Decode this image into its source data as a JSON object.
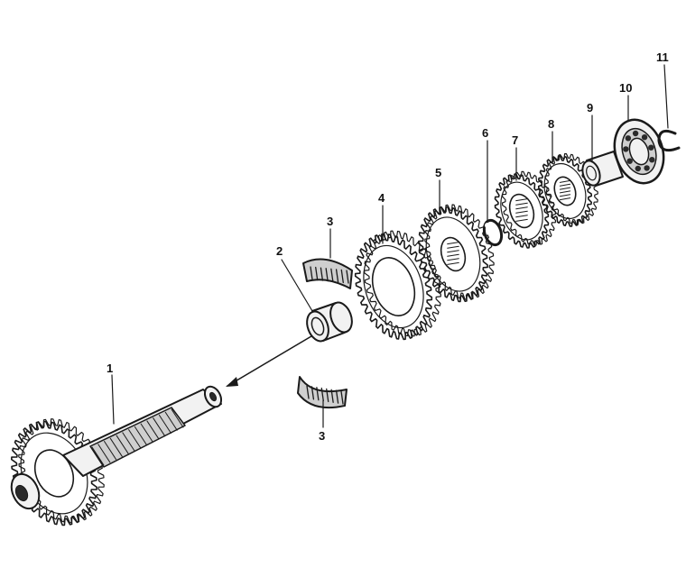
{
  "callouts": [
    {
      "id": "1",
      "part": "shaft"
    },
    {
      "id": "2",
      "part": "bushing"
    },
    {
      "id": "3",
      "part": "needle-bearing-upper"
    },
    {
      "id": "3",
      "part": "needle-bearing-lower"
    },
    {
      "id": "4",
      "part": "gear-large"
    },
    {
      "id": "5",
      "part": "gear-medium"
    },
    {
      "id": "6",
      "part": "snap-ring"
    },
    {
      "id": "7",
      "part": "gear-small-hub"
    },
    {
      "id": "8",
      "part": "gear-small"
    },
    {
      "id": "9",
      "part": "spacer-sleeve"
    },
    {
      "id": "10",
      "part": "ball-bearing"
    },
    {
      "id": "11",
      "part": "circlip"
    }
  ],
  "colors": {
    "ink": "#1a1a1a",
    "paper": "#ffffff",
    "shade": "#cfcfcf"
  }
}
